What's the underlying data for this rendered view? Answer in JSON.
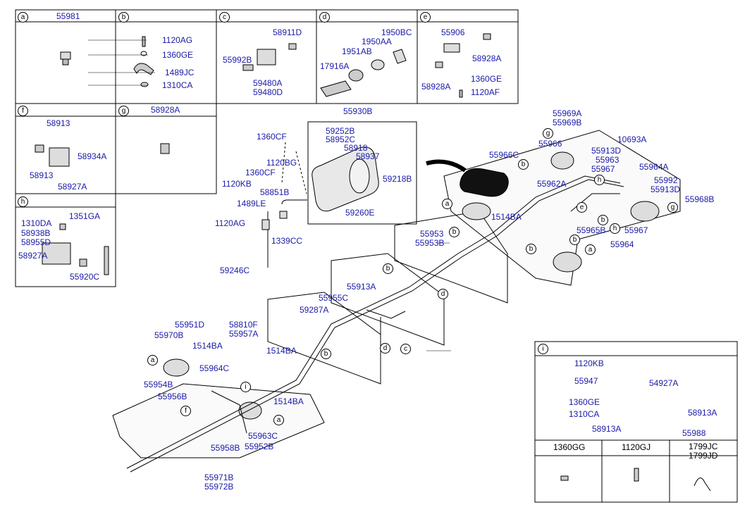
{
  "callouts": {
    "a": "a",
    "b": "b",
    "c": "c",
    "d": "d",
    "e": "e",
    "f": "f",
    "g": "g",
    "h": "h",
    "i": "i"
  },
  "panels": {
    "a": {
      "parts": [
        "55981"
      ]
    },
    "b": {
      "parts": [
        "1120AG",
        "1360GE",
        "1489JC",
        "1310CA"
      ]
    },
    "c": {
      "parts": [
        "58911D",
        "55992B",
        "59480A",
        "59480D"
      ]
    },
    "d": {
      "parts": [
        "1950BC",
        "1950AA",
        "1951AB",
        "17916A"
      ]
    },
    "e": {
      "parts": [
        "55906",
        "58928A",
        "58928A",
        "1360GE",
        "1120AF"
      ]
    },
    "f": {
      "parts": [
        "58913",
        "58934A",
        "58913",
        "58927A"
      ]
    },
    "g": {
      "parts": [
        "58928A"
      ]
    },
    "h": {
      "parts": [
        "1310DA",
        "1351GA",
        "58938B",
        "58955D",
        "58927A",
        "55920C"
      ]
    },
    "i": {
      "parts": [
        "1120KB",
        "55947",
        "54927A",
        "1360GE",
        "1310CA",
        "58913A",
        "58913A",
        "55988"
      ]
    },
    "bottom": {
      "parts": [
        "1360GG",
        "1120GJ",
        "1799JC",
        "1799JD"
      ]
    }
  },
  "tank": {
    "parts": [
      "55930B",
      "59252B",
      "58952C",
      "58918",
      "58937",
      "59218B",
      "59260E"
    ]
  },
  "bracket": {
    "parts": [
      "1360CF",
      "1120BG",
      "1360CF",
      "1120KB",
      "58851B",
      "1489LE",
      "1120AG",
      "1339CC",
      "59246C"
    ]
  },
  "main": {
    "parts": [
      "55969A",
      "55969B",
      "10693A",
      "55966",
      "55913D",
      "55966C",
      "55963",
      "55967",
      "55964A",
      "55992",
      "55962A",
      "55913D",
      "55968B",
      "1514BA",
      "55965B",
      "55967",
      "55964",
      "55953",
      "55953B",
      "55913A",
      "55955C",
      "59287A",
      "55951D",
      "58810F",
      "55957A",
      "55970B",
      "1514BA",
      "1514BA",
      "55964C",
      "55954B",
      "55956B",
      "1514BA",
      "55963C",
      "55952B",
      "55958B",
      "55971B",
      "55972B"
    ]
  }
}
